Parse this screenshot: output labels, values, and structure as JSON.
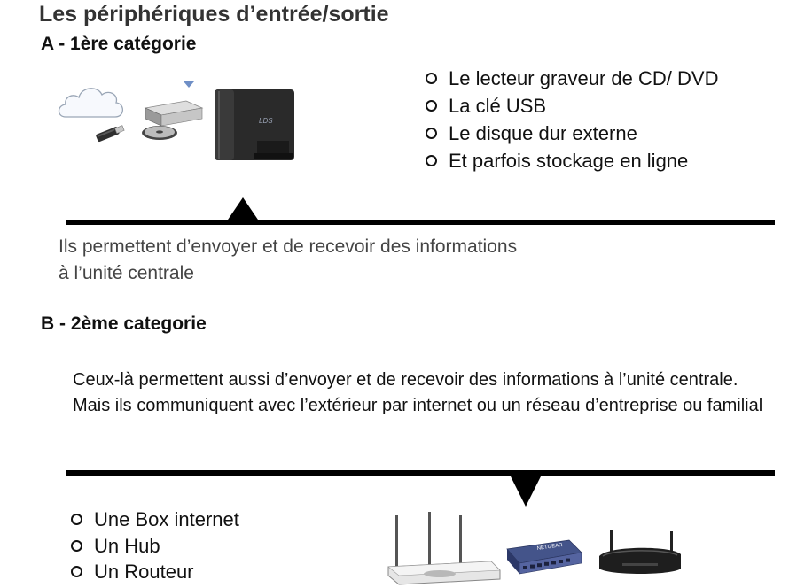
{
  "title": "Les périphériques d’entrée/sortie",
  "section_a": {
    "heading": "A - 1ère catégorie",
    "items": [
      "Le lecteur graveur  de CD/ DVD",
      "La clé USB",
      "Le disque dur externe",
      "Et parfois stockage en ligne"
    ],
    "description": "Ils permettent d’envoyer et de recevoir des informations à l’unité centrale",
    "hdd_logo": "LDS"
  },
  "section_b": {
    "heading": "B - 2ème categorie",
    "description": "Ceux-là permettent aussi d’envoyer et de recevoir des informations à l’unité centrale. Mais  ils communiquent avec l’extérieur par internet ou un réseau d’entreprise ou familial",
    "items": [
      "Une Box internet",
      "Un Hub",
      "Un Routeur"
    ],
    "hub_logo": "NETGEAR"
  },
  "icons": {
    "section_a": [
      "cloud-icon",
      "usb-key-icon",
      "cd-dvd-drive-icon",
      "external-hard-drive-icon"
    ],
    "section_b": [
      "internet-box-icon",
      "network-hub-icon",
      "router-icon"
    ]
  }
}
